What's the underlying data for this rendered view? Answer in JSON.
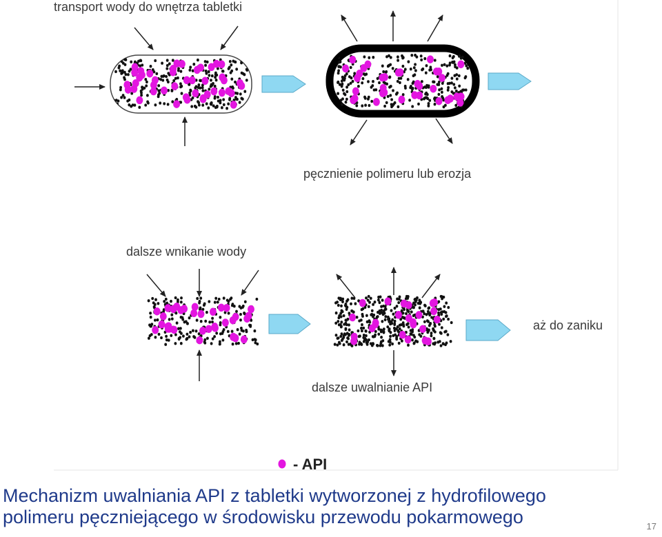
{
  "labels": {
    "water_transport": "transport wody do wnętrza tabletki",
    "swelling": "pęcznienie polimeru lub erozja",
    "further_water": "dalsze wnikanie wody",
    "further_release": "dalsze uwalnianie API",
    "until_gone": "aż do zaniku",
    "legend": "- API"
  },
  "caption": {
    "line1": "Mechanizm uwalniania API z tabletki wytworzonej z hydrofilowego",
    "line2": "polimeru pęczniejącego w środowisku przewodu pokarmowego"
  },
  "page_number": "17",
  "colors": {
    "api_dot": "#e316e0",
    "polymer_dot": "#111111",
    "arrow_fill": "#8fd8f2",
    "caption_text": "#1f3a8a"
  }
}
